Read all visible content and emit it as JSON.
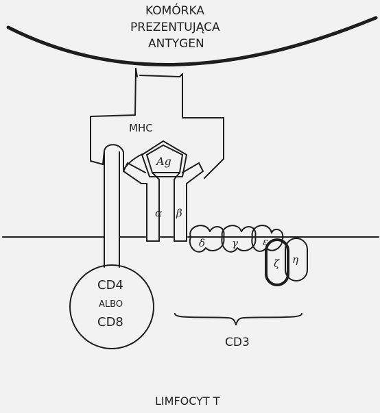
{
  "top_cell": {
    "line1": "KOMÓRKA",
    "line2": "PREZENTUJĄCA",
    "line3": "ANTYGEN"
  },
  "bottom_cell": "LIMFOCYT T",
  "mhc": "MHC",
  "antigen": "Ag",
  "tcr": {
    "alpha": "α",
    "beta": "β"
  },
  "coreceptor": {
    "line1": "CD4",
    "line2": "ALBO",
    "line3": "CD8"
  },
  "cd3": {
    "label": "CD3",
    "chains": [
      "δ",
      "γ",
      "ε",
      "ζ",
      "η"
    ]
  },
  "colors": {
    "ink": "#1e1e1e",
    "paper": "#f2f2f2"
  }
}
